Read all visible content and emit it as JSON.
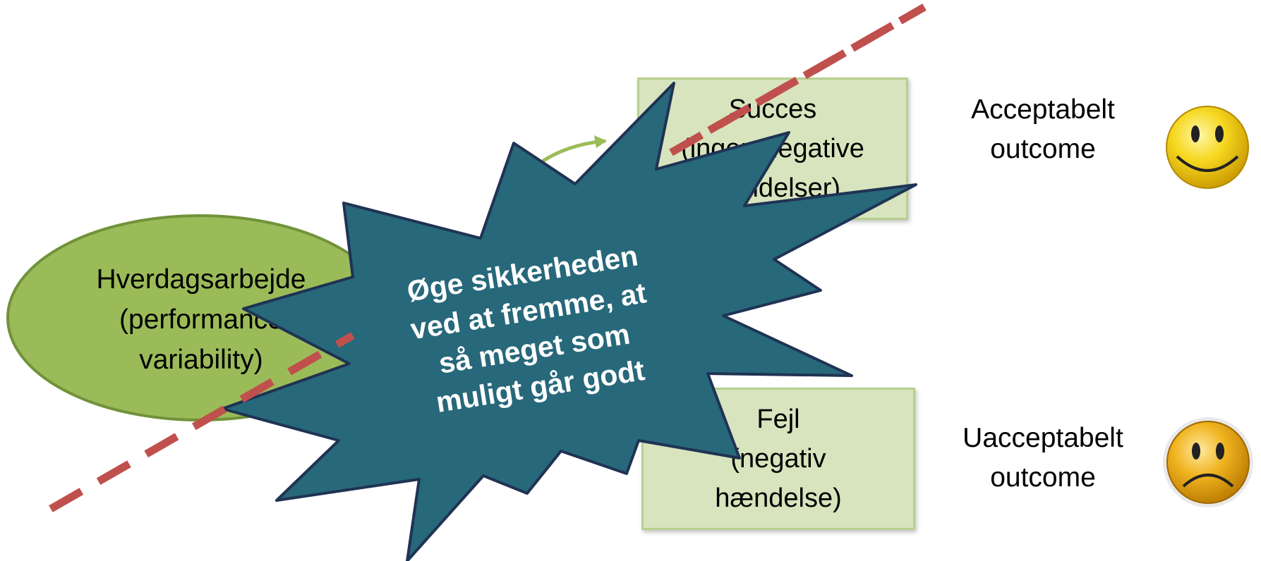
{
  "center_node": {
    "line1": "Hverdagsarbejde",
    "line2": "(performance",
    "line3": "variability)"
  },
  "success_box": {
    "text": "Succes\n(ingen negative\nhændelser)"
  },
  "error_box": {
    "text": "Fejl\n(negativ\nhændelse)"
  },
  "outcomes": {
    "acceptable": "Acceptabelt\noutcome",
    "unacceptable": "Uacceptabelt\noutcome"
  },
  "callout": {
    "lines": [
      "Øge sikkerheden",
      "ved at fremme, at",
      "så meget som",
      "muligt går godt"
    ]
  },
  "colors": {
    "ellipse_fill": "#9bbb59",
    "ellipse_border": "#71923a",
    "box_fill": "#d7e4bd",
    "box_border": "#b7d08f",
    "star_fill": "#27687a",
    "star_border": "#1f3353",
    "dash_line": "#c0504d",
    "arrow": "#9bbb59"
  },
  "icons": {
    "happy": "smiley-happy-icon",
    "sad": "smiley-sad-icon"
  }
}
